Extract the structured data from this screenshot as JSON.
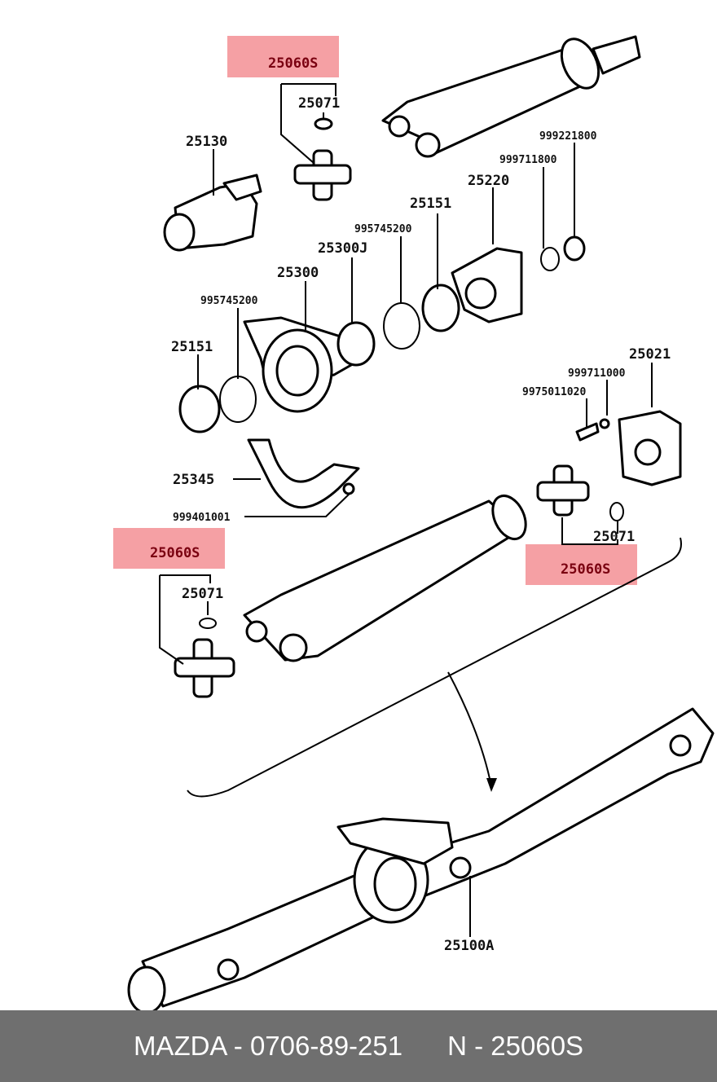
{
  "highlight_color": "#f5a0a4",
  "labels": {
    "top_25060s": "25060S",
    "top_25071": "25071",
    "p25130": "25130",
    "p999221800": "999221800",
    "p999711800": "999711800",
    "p25220": "25220",
    "p25151_top": "25151",
    "p995745200_a": "995745200",
    "p25300j": "25300J",
    "p25300": "25300",
    "p995745200_b": "995745200",
    "p25151_left": "25151",
    "p25021": "25021",
    "p999711000": "999711000",
    "p9975011020": "9975011020",
    "p25345": "25345",
    "p999401001": "999401001",
    "mid_25071": "25071",
    "mid_25060s": "25060S",
    "left_25060s": "25060S",
    "left_25071": "25071",
    "p25100a": "25100A"
  },
  "footer": {
    "brand_part": "MAZDA - 0706-89-251",
    "number": "N - 25060S"
  }
}
